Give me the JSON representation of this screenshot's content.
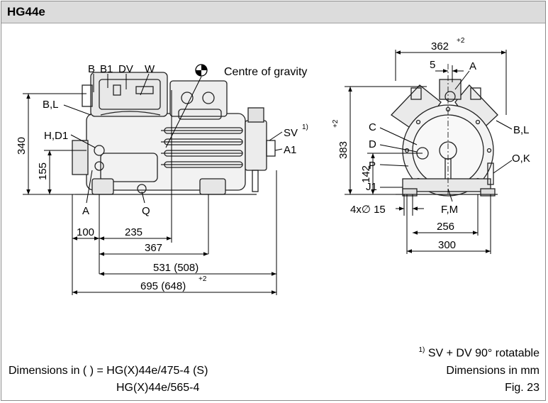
{
  "header": {
    "title": "HG44e"
  },
  "side_view": {
    "labels": {
      "b": "B",
      "b1": "B1",
      "dv": "DV",
      "w": "W",
      "cog": "Centre of gravity",
      "bl": "B,L",
      "hd1": "H,D1",
      "sv": "SV",
      "sv_sup": "1)",
      "a1": "A1",
      "a": "A",
      "q": "Q"
    },
    "dims": {
      "h340": "340",
      "h155": "155",
      "d100": "100",
      "d235": "235",
      "d367": "367",
      "d531": "531 (508)",
      "d695": "695 (648)",
      "d695_tol": "+2"
    }
  },
  "end_view": {
    "labels": {
      "a": "A",
      "c": "C",
      "d": "D",
      "p": "P",
      "j1": "J1",
      "bl": "B,L",
      "ok": "O,K",
      "fm": "F,M",
      "holes": "4x∅ 15"
    },
    "dims": {
      "w362": "362",
      "w362_tol": "+2",
      "d5": "5",
      "h383": "383",
      "h383_tol": "+2",
      "h142": "142",
      "w256": "256",
      "w300": "300"
    }
  },
  "footer": {
    "dims_in_brackets": "Dimensions in ( ) = HG(X)44e/475-4 (S)",
    "dims_in_brackets_2": "HG(X)44e/565-4",
    "footnote_sup": "1)",
    "footnote": "SV + DV 90° rotatable",
    "units": "Dimensions in mm",
    "fig": "Fig. 23"
  }
}
